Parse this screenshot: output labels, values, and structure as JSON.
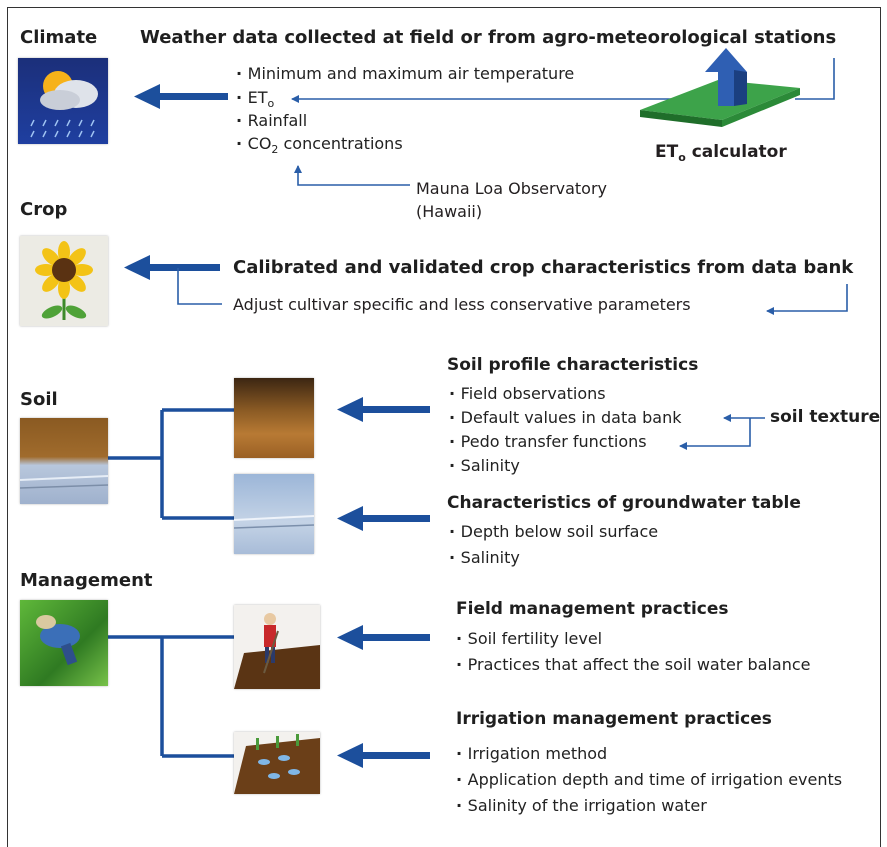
{
  "climate": {
    "title": "Climate",
    "header": "Weather data collected at field or from agro-meteorological stations",
    "items": [
      "Minimum and maximum air temperature",
      "ET",
      "Rainfall",
      "CO",
      " concentrations"
    ],
    "et_sub": "o",
    "co2_sub": "2",
    "calculator_label": "ET",
    "calculator_sub": "o",
    "calculator_suffix": " calculator",
    "observatory_line1": "Mauna Loa Observatory",
    "observatory_line2": "(Hawaii)"
  },
  "crop": {
    "title": "Crop",
    "header": "Calibrated and validated crop characteristics from data bank",
    "adjust": "Adjust cultivar specific and less conservative parameters"
  },
  "soil": {
    "title": "Soil",
    "profile_header": "Soil profile characteristics",
    "profile_items": [
      "Field observations",
      "Default values in data bank",
      "Pedo transfer functions",
      "Salinity"
    ],
    "texture_label": "soil texture",
    "groundwater_header": "Characteristics of groundwater table",
    "groundwater_items": [
      "Depth below soil surface",
      "Salinity"
    ]
  },
  "management": {
    "title": "Management",
    "field_header": "Field management practices",
    "field_items": [
      "Soil fertility level",
      "Practices that affect the soil water balance"
    ],
    "irrigation_header": "Irrigation management practices",
    "irrigation_items": [
      "Irrigation method",
      "Application depth and time of irrigation events",
      "Salinity of the irrigation water"
    ]
  },
  "colors": {
    "arrow": "#1c4f9c",
    "line": "#2a5ea8",
    "calculator": "#2e8b3a",
    "calculator_arrow": "#2f5fb3"
  }
}
